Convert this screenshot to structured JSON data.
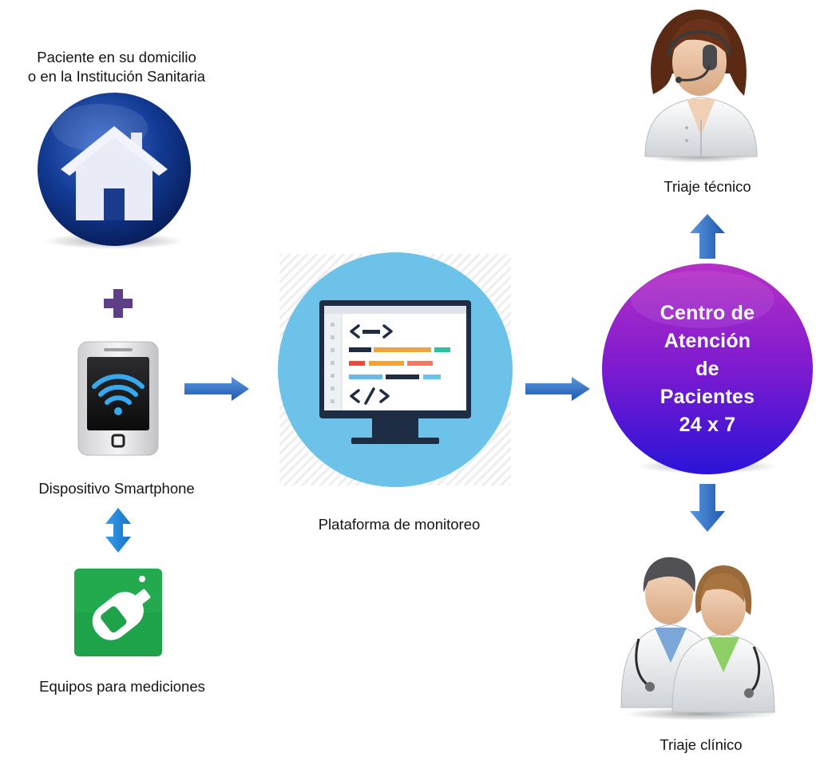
{
  "nodes": {
    "patient_home": {
      "label_line1": "Paciente en su domicilio",
      "label_line2": "o en la Institución Sanitaria"
    },
    "smartphone": {
      "label": "Dispositivo Smartphone"
    },
    "equipment": {
      "label": "Equipos para mediciones"
    },
    "platform": {
      "label": "Plataforma de monitoreo"
    },
    "center": {
      "line1": "Centro de",
      "line2": "Atención",
      "line3": "de",
      "line4": "Pacientes",
      "line5": "24 x 7"
    },
    "tech_triage": {
      "label": "Triaje técnico"
    },
    "clinical_triage": {
      "label": "Triaje clínico"
    }
  },
  "colors": {
    "arrow_blue": "#2f6fc2",
    "plus_purple": "#5e3f87",
    "house_orb": "#0d2d78",
    "platform_circle": "#6cc2e8",
    "hub_top": "#b62fc7",
    "hub_bottom": "#3412d6",
    "equipment_green": "#1ea34a"
  },
  "icons": {
    "home": "house-icon",
    "phone": "smartphone-wifi-icon",
    "meter": "glucometer-icon",
    "monitor": "code-monitor-icon",
    "operator": "headset-operator-icon",
    "doctors": "doctors-icon"
  }
}
